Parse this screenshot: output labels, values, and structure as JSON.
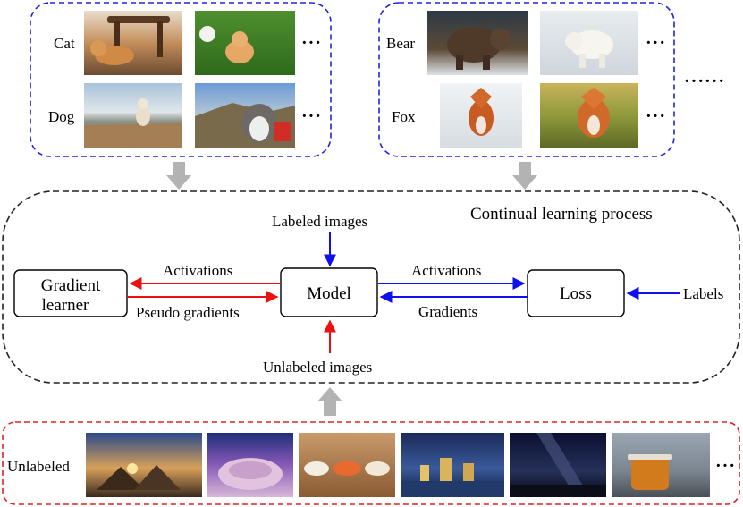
{
  "labeled_group_1": {
    "classes": [
      {
        "label": "Cat",
        "more": "···"
      },
      {
        "label": "Dog",
        "more": "···"
      }
    ]
  },
  "labeled_group_2": {
    "classes": [
      {
        "label": "Bear",
        "more": "···"
      },
      {
        "label": "Fox",
        "more": "···"
      }
    ]
  },
  "more_groups": "······",
  "process": {
    "title": "Continual learning process",
    "labeled_images": "Labeled images",
    "unlabeled_images": "Unlabeled images",
    "gradient_learner": [
      "Gradient",
      "learner"
    ],
    "model": "Model",
    "loss": "Loss",
    "labels": "Labels",
    "activations_left": "Activations",
    "pseudo_gradients": "Pseudo gradients",
    "activations_right": "Activations",
    "gradients": "Gradients"
  },
  "unlabeled_group": {
    "label": "Unlabeled",
    "more": "···"
  },
  "colors": {
    "blue": "#1010ee",
    "red": "#ee1010",
    "gray_arrow": "#b3b3b3",
    "dashed_black": "#222222",
    "dashed_blue": "#2222dd",
    "dashed_red": "#dd2222"
  },
  "photos": {
    "cat_1": "cat on floor",
    "cat_2": "cat in grass",
    "dog_1": "dog on pier",
    "dog_2": "husky",
    "bear_1": "brown bear",
    "bear_2": "polar bear",
    "fox_1": "red fox in snow",
    "fox_2": "red fox on grass",
    "unl_1": "pyramids",
    "unl_2": "sea anemone",
    "unl_3": "sushi",
    "unl_4": "city skyline",
    "unl_5": "milky way",
    "unl_6": "tea cup"
  }
}
